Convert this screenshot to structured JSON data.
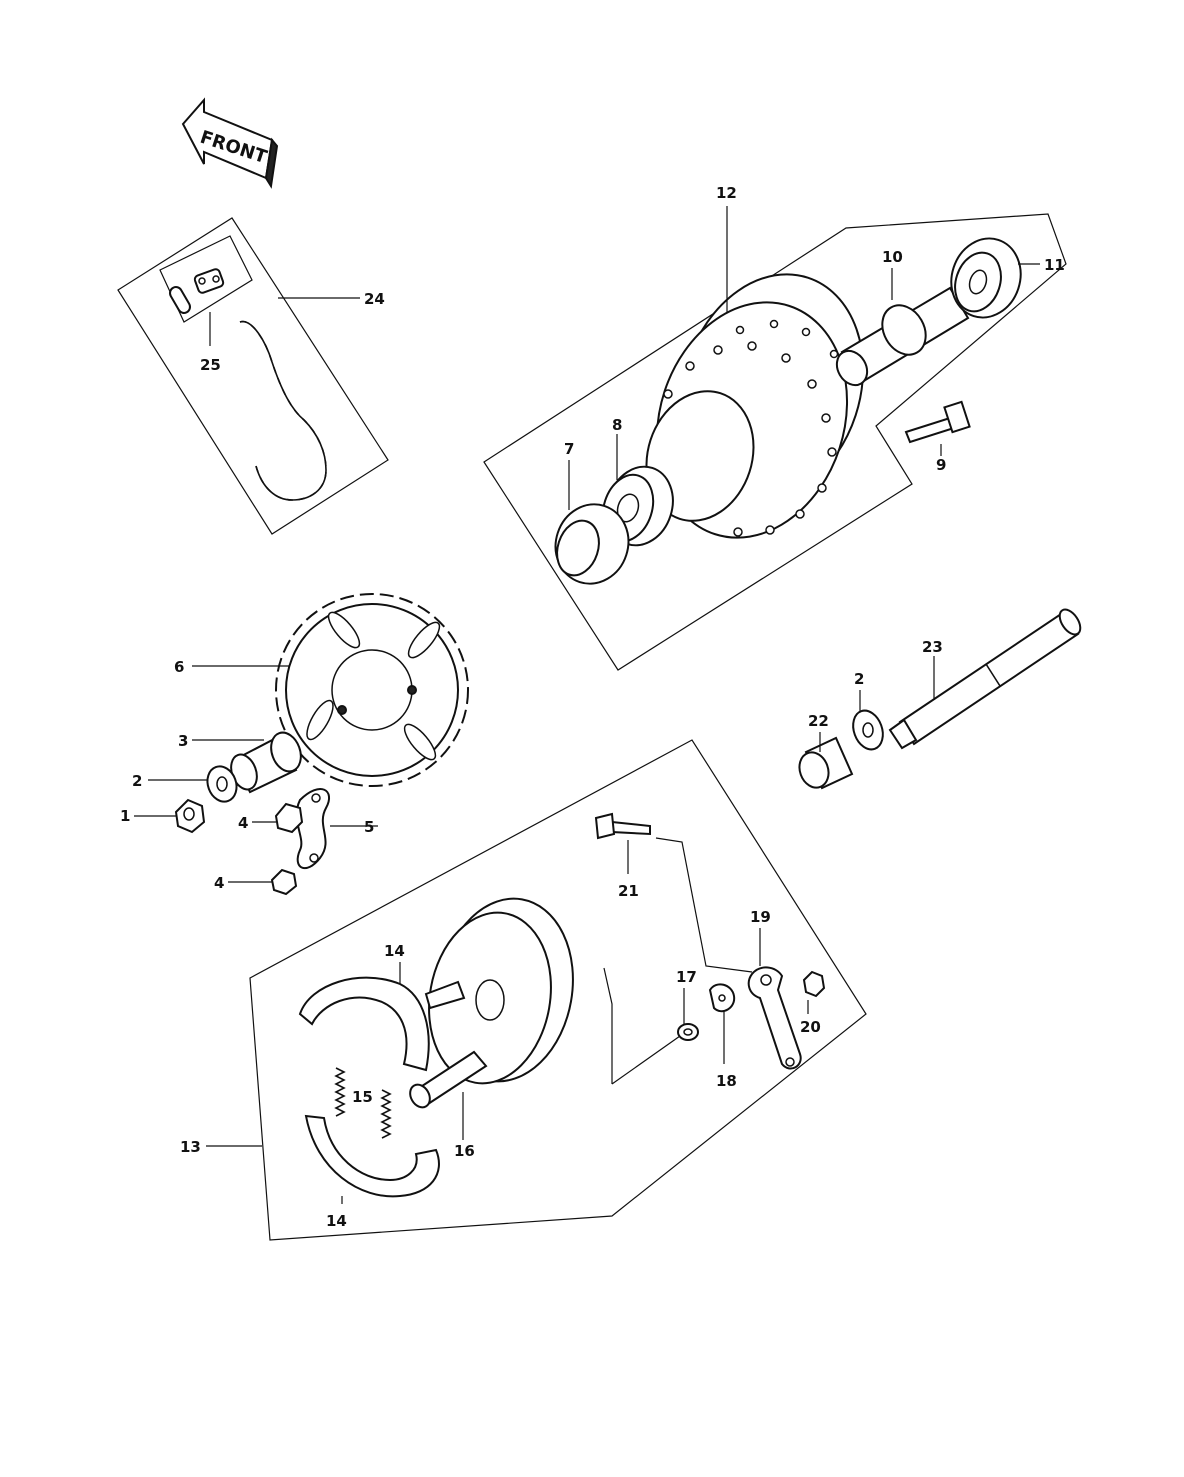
{
  "front_arrow": {
    "label": "FRONT"
  },
  "callouts": [
    {
      "id": "c1",
      "label": "1"
    },
    {
      "id": "c2a",
      "label": "2"
    },
    {
      "id": "c2b",
      "label": "2"
    },
    {
      "id": "c3",
      "label": "3"
    },
    {
      "id": "c4a",
      "label": "4"
    },
    {
      "id": "c4b",
      "label": "4"
    },
    {
      "id": "c5",
      "label": "5"
    },
    {
      "id": "c6",
      "label": "6"
    },
    {
      "id": "c7",
      "label": "7"
    },
    {
      "id": "c8",
      "label": "8"
    },
    {
      "id": "c9",
      "label": "9"
    },
    {
      "id": "c10",
      "label": "10"
    },
    {
      "id": "c11",
      "label": "11"
    },
    {
      "id": "c12",
      "label": "12"
    },
    {
      "id": "c13",
      "label": "13"
    },
    {
      "id": "c14a",
      "label": "14"
    },
    {
      "id": "c14b",
      "label": "14"
    },
    {
      "id": "c15",
      "label": "15"
    },
    {
      "id": "c16",
      "label": "16"
    },
    {
      "id": "c17",
      "label": "17"
    },
    {
      "id": "c18",
      "label": "18"
    },
    {
      "id": "c19",
      "label": "19"
    },
    {
      "id": "c20",
      "label": "20"
    },
    {
      "id": "c21",
      "label": "21"
    },
    {
      "id": "c22",
      "label": "22"
    },
    {
      "id": "c23",
      "label": "23"
    },
    {
      "id": "c24",
      "label": "24"
    },
    {
      "id": "c25",
      "label": "25"
    }
  ]
}
